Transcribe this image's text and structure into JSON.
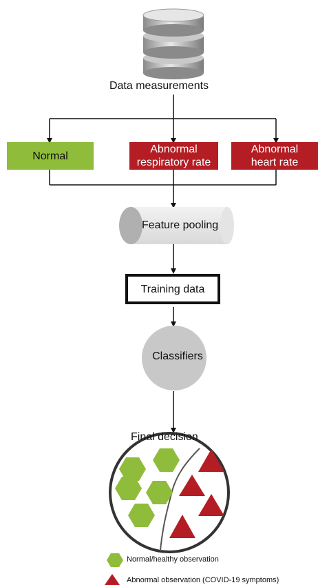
{
  "database": {
    "label": "Data measurements",
    "icon": "database-icon"
  },
  "categories": {
    "normal": "Normal",
    "respiratory": "Abnormal\nrespiratory rate",
    "heart": "Abnormal\nheart rate"
  },
  "feature_pooling": "Feature pooling",
  "training_data": "Training data",
  "classifiers": "Classifiers",
  "final_decision": "Final decision",
  "legend": {
    "normal": "Normal/healthy observation",
    "abnormal": "Abnormal observation (COVID-19 symptoms)"
  },
  "colors": {
    "green": "#8fbc3a",
    "red": "#b31d23",
    "grey": "#c8c8c8",
    "arrow": "#111111"
  }
}
